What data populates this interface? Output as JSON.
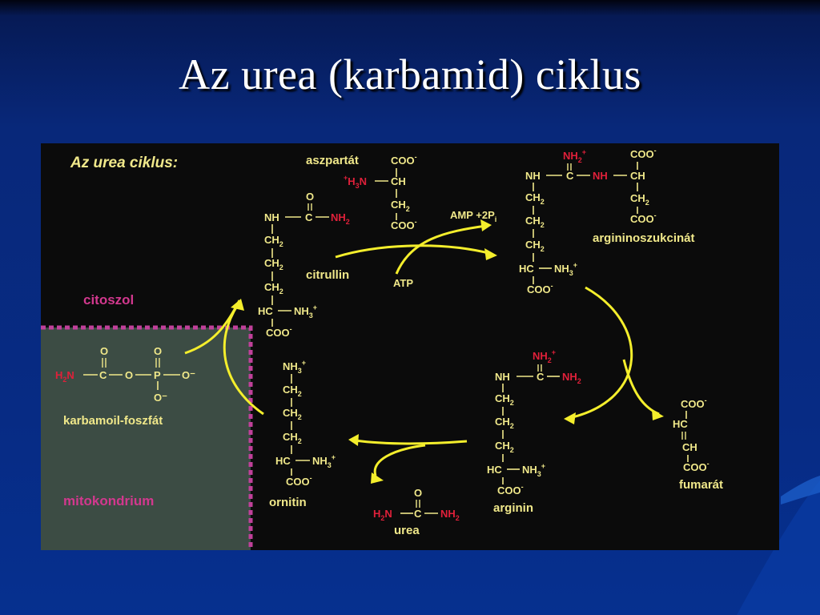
{
  "slide": {
    "title": "Az urea (karbamid) ciklus"
  },
  "diagram": {
    "heading": "Az urea ciklus:",
    "compartments": {
      "cytosol": "citoszol",
      "mitochondrion": "mitokondrium"
    },
    "labels": {
      "aspartate": "aszpartát",
      "citrulline": "citrullin",
      "argininosuccinate": "argininoszukcinát",
      "carbamoyl_phosphate": "karbamoil-foszfát",
      "ornithine": "ornitin",
      "urea": "urea",
      "arginine": "arginin",
      "fumarate": "fumarát",
      "atp": "ATP",
      "amp": "AMP +2P",
      "amp_sub": "i"
    },
    "formula": {
      "nh": "NH",
      "c": "C",
      "o": "O",
      "ch": "CH",
      "hc": "HC",
      "p": "P",
      "o_minus": "O⁻",
      "ch2": "CH",
      "sub2": "2",
      "sub3": "3",
      "coo": "COO",
      "minus": "-",
      "plus": "+",
      "nh2": "NH",
      "nh3": "NH",
      "h2n": "H",
      "h3n": "H",
      "n": "N"
    },
    "colors": {
      "text": "#f0e88a",
      "amine": "#e0203a",
      "arrow": "#f4ee2c",
      "membrane": "#c0409a",
      "mito_fill": "#3c4c44"
    }
  }
}
